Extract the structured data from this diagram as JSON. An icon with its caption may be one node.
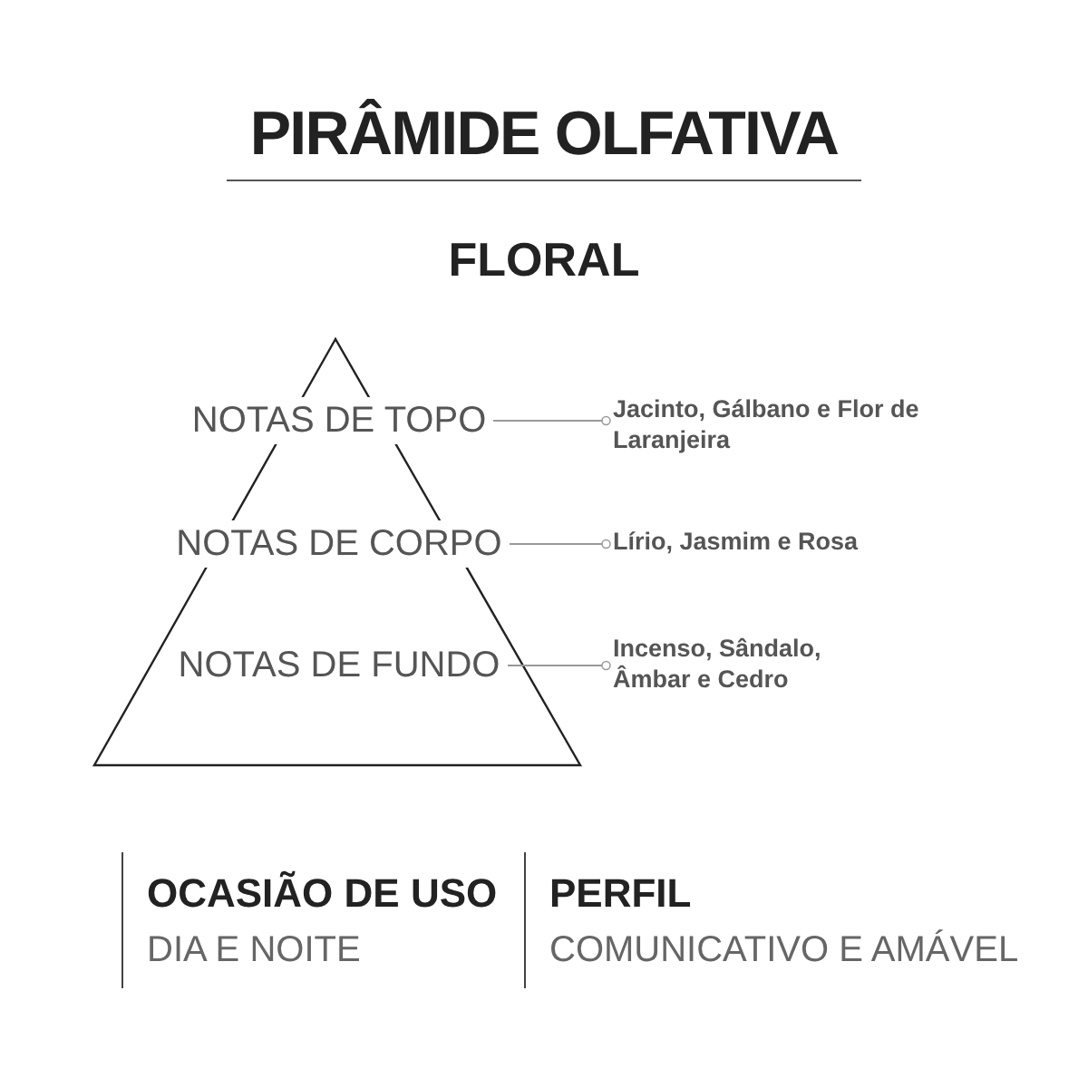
{
  "diagram": {
    "title": "PIRÂMIDE OLFATIVA",
    "nodes": [
      {
        "text": [
          "NOTAS DE TOPO"
        ]
      },
      {
        "text": [
          "Jacinto, Gálbano e Flor de Laranjeira"
        ]
      },
      {
        "text": [
          "NOTAS DE CORPO"
        ]
      },
      {
        "text": [
          "Lírio, Jasmim e Rosa"
        ]
      },
      {
        "text": [
          "NOTAS DE FUNDO"
        ]
      },
      {
        "text": [
          "Incenso, Sândalo, Âmbar e Cedro"
        ]
      }
    ],
    "edges": [
      {
        "from": 0,
        "to": 1,
        "arrow": "other"
      },
      {
        "from": 2,
        "to": 3,
        "arrow": "other"
      },
      {
        "from": 4,
        "to": 5,
        "arrow": "other"
      }
    ],
    "labels": [
      "FLORAL",
      "OCASIÃO DE USO",
      "DIA E NOITE",
      "PERFIL",
      "COMUNICATIVO E AMÁVEL"
    ]
  }
}
